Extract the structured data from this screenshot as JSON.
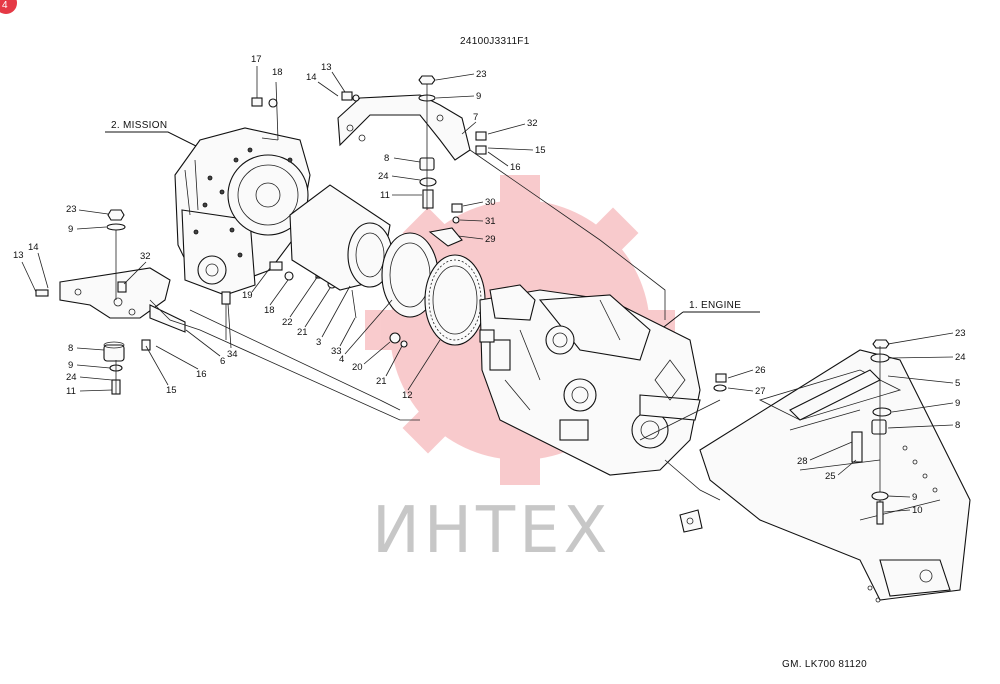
{
  "drawing": {
    "doc_number": "24100J3311F1",
    "footer_code": "GM. LK700  81120",
    "watermark_text": "ИНТЕХ",
    "watermark_color": "#e8434a",
    "corner_badge_glyph": "4",
    "corner_badge_color": "#e53945"
  },
  "assemblies": {
    "mission": "2. MISSION",
    "engine": "1. ENGINE"
  },
  "callouts": {
    "c17": "17",
    "c18a": "18",
    "c13a": "13",
    "c14a": "14",
    "c23a": "23",
    "c9a": "9",
    "c7": "7",
    "c32a": "32",
    "c15a": "15",
    "c16a": "16",
    "c8a": "8",
    "c24a": "24",
    "c11a": "11",
    "c30": "30",
    "c31": "31",
    "c29": "29",
    "c23b": "23",
    "c9b": "9",
    "c14b": "14",
    "c13b": "13",
    "c32b": "32",
    "c8b": "8",
    "c9c": "9",
    "c24b": "24",
    "c11b": "11",
    "c15b": "15",
    "c16b": "16",
    "c6": "6",
    "c34": "34",
    "c19": "19",
    "c18b": "18",
    "c22": "22",
    "c21a": "21",
    "c3": "3",
    "c33": "33",
    "c4": "4",
    "c20": "20",
    "c21b": "21",
    "c12": "12",
    "c23c": "23",
    "c24c": "24",
    "c5": "5",
    "c9d": "9",
    "c8c": "8",
    "c26": "26",
    "c27": "27",
    "c28": "28",
    "c25": "25",
    "c9e": "9",
    "c10": "10"
  }
}
